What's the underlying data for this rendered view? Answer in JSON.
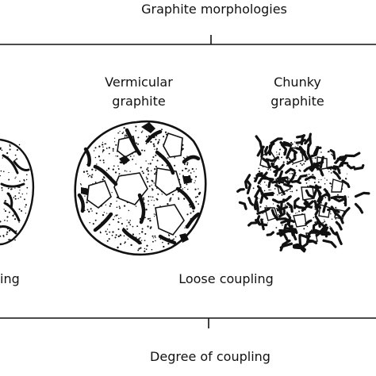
{
  "title": "Graphite morphologies",
  "morphologies": [
    {
      "label_line1": "",
      "label_line2": ""
    },
    {
      "label_line1": "Vermicular",
      "label_line2": "graphite"
    },
    {
      "label_line1": "Chunky",
      "label_line2": "graphite"
    }
  ],
  "coupling": {
    "left_fragment": "ing",
    "middle": "Loose coupling",
    "axis_label": "Degree of coupling"
  },
  "colors": {
    "ink": "#111111",
    "paper": "#ffffff"
  }
}
